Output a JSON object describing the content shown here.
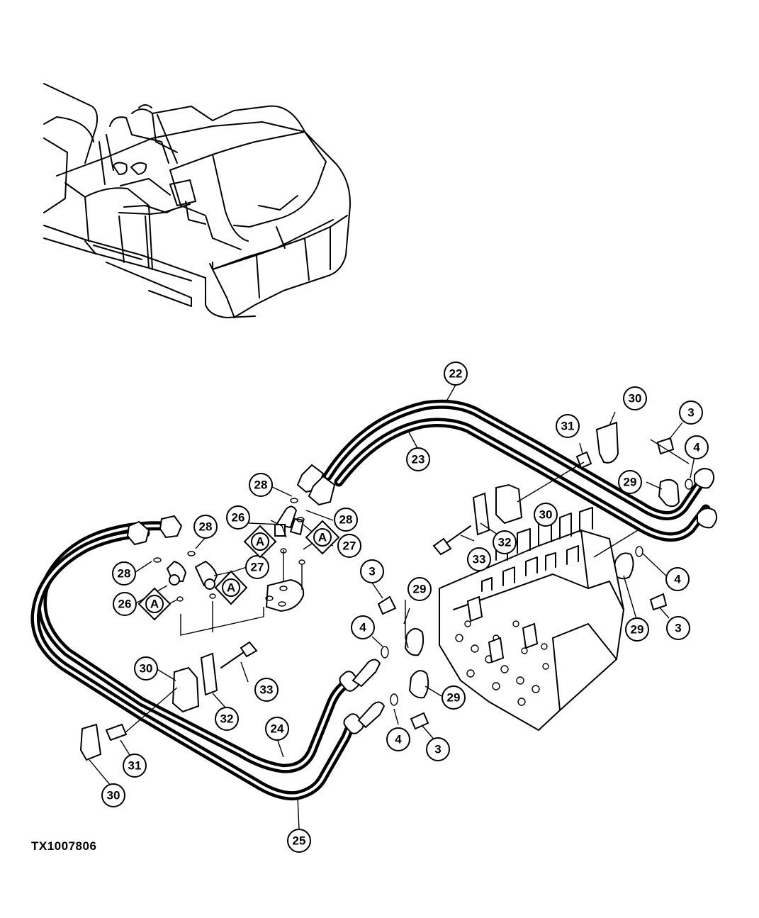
{
  "figure_id": "TX1007806",
  "callouts": [
    {
      "id": "c22",
      "label": "22"
    },
    {
      "id": "c23",
      "label": "23"
    },
    {
      "id": "c30a",
      "label": "30"
    },
    {
      "id": "c3a",
      "label": "3"
    },
    {
      "id": "c31a",
      "label": "31"
    },
    {
      "id": "c4a",
      "label": "4"
    },
    {
      "id": "c29a",
      "label": "29"
    },
    {
      "id": "c30b",
      "label": "30"
    },
    {
      "id": "c32a",
      "label": "32"
    },
    {
      "id": "c33a",
      "label": "33"
    },
    {
      "id": "c4b",
      "label": "4"
    },
    {
      "id": "c29b",
      "label": "29"
    },
    {
      "id": "c3b",
      "label": "3"
    },
    {
      "id": "c28a",
      "label": "28"
    },
    {
      "id": "c28b",
      "label": "28"
    },
    {
      "id": "c26a",
      "label": "26"
    },
    {
      "id": "c27a",
      "label": "27"
    },
    {
      "id": "c28c",
      "label": "28"
    },
    {
      "id": "c28d",
      "label": "28"
    },
    {
      "id": "c27b",
      "label": "27"
    },
    {
      "id": "c26b",
      "label": "26"
    },
    {
      "id": "c3c",
      "label": "3"
    },
    {
      "id": "c29c",
      "label": "29"
    },
    {
      "id": "c4c",
      "label": "4"
    },
    {
      "id": "c29d",
      "label": "29"
    },
    {
      "id": "c4d",
      "label": "4"
    },
    {
      "id": "c3d",
      "label": "3"
    },
    {
      "id": "c30c",
      "label": "30"
    },
    {
      "id": "c32b",
      "label": "32"
    },
    {
      "id": "c33b",
      "label": "33"
    },
    {
      "id": "c24",
      "label": "24"
    },
    {
      "id": "c25",
      "label": "25"
    },
    {
      "id": "c31b",
      "label": "31"
    },
    {
      "id": "c30d",
      "label": "30"
    }
  ],
  "tags": [
    {
      "id": "tA1",
      "label": "A"
    },
    {
      "id": "tA2",
      "label": "A"
    },
    {
      "id": "tA3",
      "label": "A"
    },
    {
      "id": "tA4",
      "label": "A"
    }
  ]
}
